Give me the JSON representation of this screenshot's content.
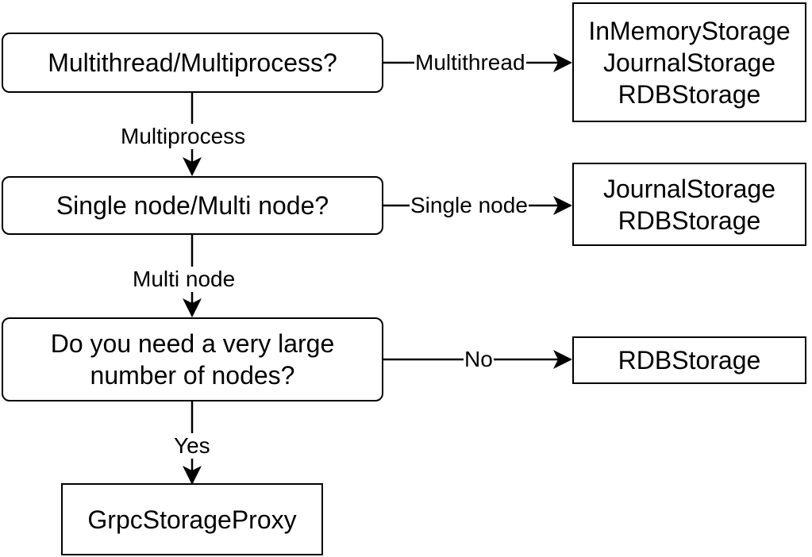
{
  "decisions": {
    "threading": {
      "text": "Multithread/Multiprocess?"
    },
    "nodes": {
      "text": "Single node/Multi node?"
    },
    "scale": {
      "lines": [
        "Do you need a very large",
        "number of nodes?"
      ]
    }
  },
  "results": {
    "multithread": {
      "lines": [
        "InMemoryStorage",
        "JournalStorage",
        "RDBStorage"
      ]
    },
    "single_node": {
      "lines": [
        "JournalStorage",
        "RDBStorage"
      ]
    },
    "not_large": {
      "lines": [
        "RDBStorage"
      ]
    },
    "large": {
      "lines": [
        "GrpcStorageProxy"
      ]
    }
  },
  "edges": {
    "multithread": "Multithread",
    "multiprocess": "Multiprocess",
    "single_node": "Single node",
    "multi_node": "Multi node",
    "no": "No",
    "yes": "Yes"
  },
  "colors": {
    "stroke": "#000000",
    "fill": "#ffffff",
    "text": "#000000"
  }
}
